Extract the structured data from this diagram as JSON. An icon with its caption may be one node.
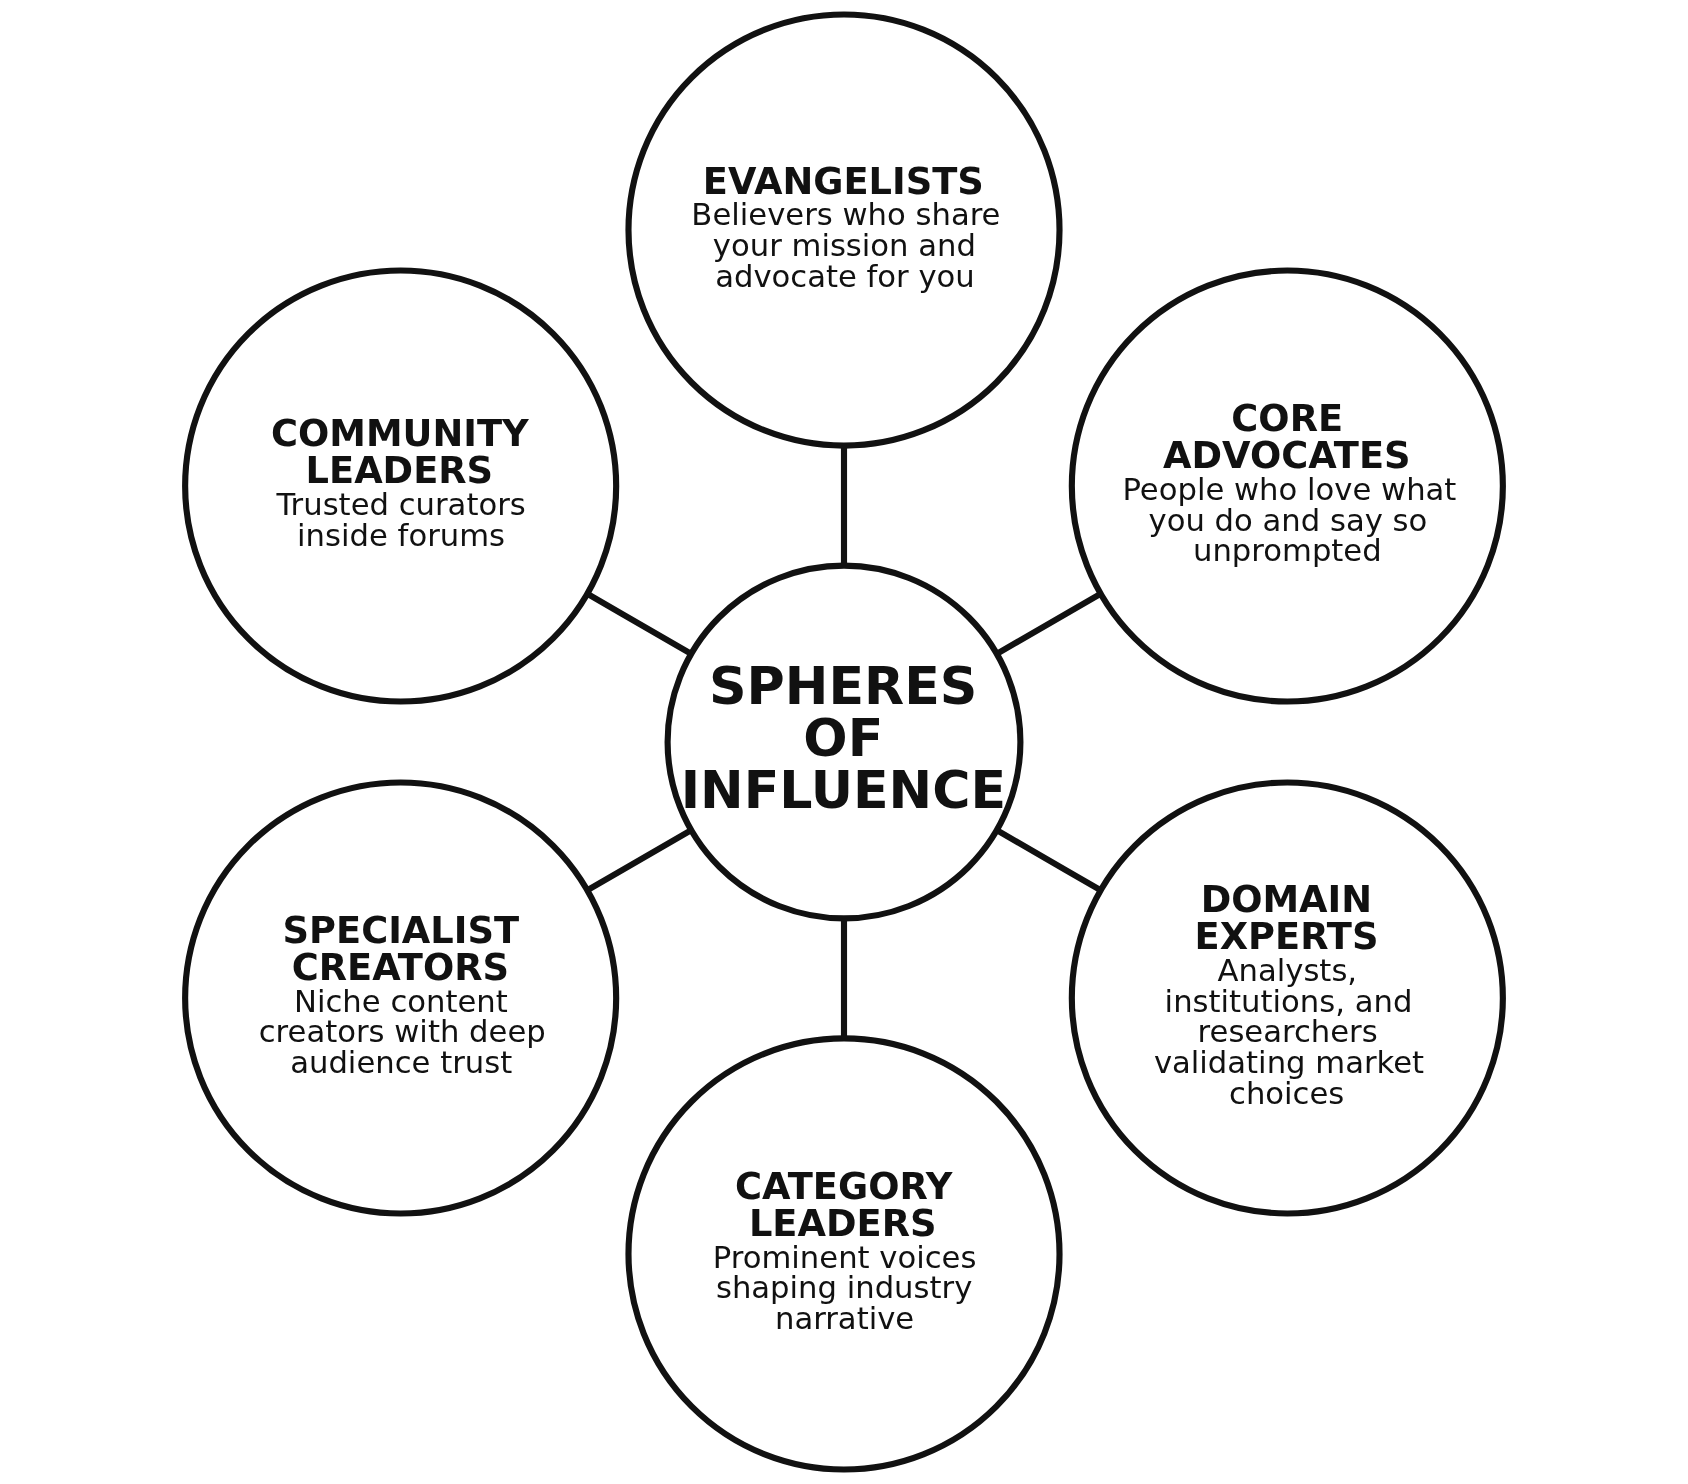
{
  "diagram": {
    "nodes": [
      {
        "text": [
          "SPHERES OF INFLUENCE"
        ]
      },
      {
        "text": [
          "CORE ADVOCATES",
          "People who love what you do and say so unprompted"
        ]
      },
      {
        "text": [
          "EVANGELISTS",
          "Believers who share your mission and advocate for you"
        ]
      },
      {
        "text": [
          "COMMUNITY LEADERS",
          "Trusted curators inside forums"
        ]
      },
      {
        "text": [
          "SPECIALIST CREATORS",
          "Niche content creators with deep audience trust"
        ]
      },
      {
        "text": [
          "CATEGORY LEADERS",
          "Prominent voices shaping industry narrative"
        ]
      },
      {
        "text": [
          "DOMAIN EXPERTS",
          "Analysts, institutions, and researchers validating market choices"
        ]
      }
    ],
    "edges": [
      {
        "from": 0,
        "to": 1,
        "arrow": "none"
      },
      {
        "from": 0,
        "to": 2,
        "arrow": "none"
      },
      {
        "from": 0,
        "to": 3,
        "arrow": "none"
      },
      {
        "from": 0,
        "to": 4,
        "arrow": "none"
      },
      {
        "from": 0,
        "to": 5,
        "arrow": "none"
      },
      {
        "from": 0,
        "to": 6,
        "arrow": "none"
      }
    ]
  }
}
